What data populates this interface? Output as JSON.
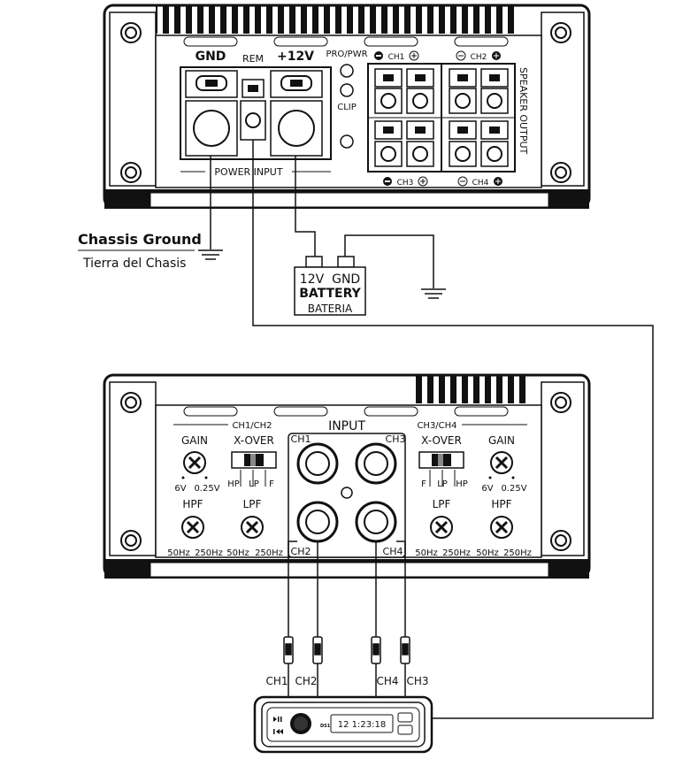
{
  "amp_top": {
    "labels": {
      "gnd": "GND",
      "rem": "REM",
      "plus12v": "+12V",
      "pro_pwr": "PRO/PWR",
      "clip": "CLIP",
      "power_input": "POWER INPUT",
      "speaker_output": "SPEAKER OUTPUT",
      "ch1": "CH1",
      "ch2": "CH2",
      "ch3": "CH3",
      "ch4": "CH4"
    }
  },
  "ground": {
    "title": "Chassis Ground",
    "subtitle": "Tierra del Chasis"
  },
  "battery": {
    "terminals": "12V  GND",
    "title": "BATTERY",
    "subtitle": "BATERIA"
  },
  "amp_bottom": {
    "labels": {
      "input": "INPUT",
      "ch12": "CH1/CH2",
      "ch34": "CH3/CH4",
      "gain": "GAIN",
      "xover": "X-OVER",
      "gain_min": "6V",
      "gain_max": "0.25V",
      "hp": "HP",
      "lp": "LP",
      "f": "F",
      "hpf": "HPF",
      "lpf": "LPF",
      "f50": "50Hz",
      "f250": "250Hz",
      "ch1": "CH1",
      "ch2": "CH2",
      "ch3": "CH3",
      "ch4": "CH4"
    }
  },
  "cables": {
    "ch1": "CH1",
    "ch2": "CH2",
    "ch4": "CH4",
    "ch3": "CH3"
  },
  "head_unit": {
    "display_time": "12 1:23:18",
    "brand": "DS18"
  }
}
